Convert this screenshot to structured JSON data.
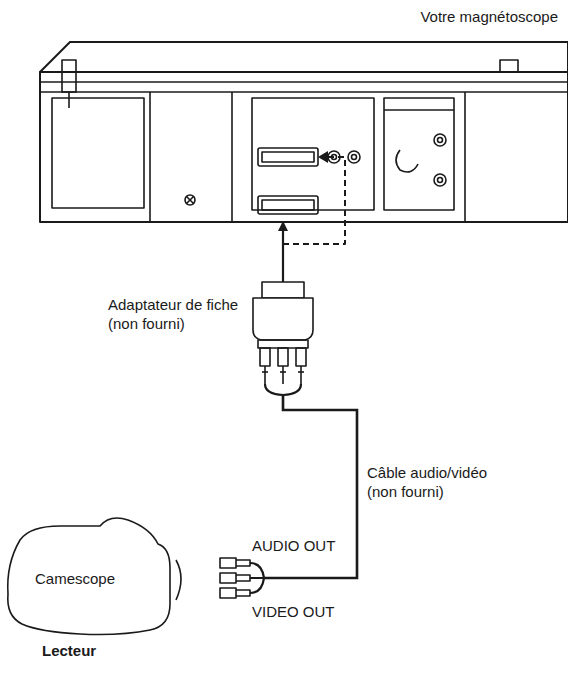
{
  "diagram": {
    "nodes": [
      {
        "text": [
          "Votre magnétoscope"
        ]
      },
      {
        "text": [
          "Adaptateur de fiche (non fourni)"
        ]
      },
      {
        "text": [
          "Camescope"
        ]
      }
    ],
    "edges": [
      {
        "from": 1,
        "to": 0,
        "arrow": "to"
      },
      {
        "from": 2,
        "to": 1,
        "label": "Câble audio/vidéo (non fourni)",
        "arrow": "none"
      }
    ],
    "labels": [
      "AUDIO OUT",
      "VIDEO OUT",
      "Lecteur"
    ]
  }
}
